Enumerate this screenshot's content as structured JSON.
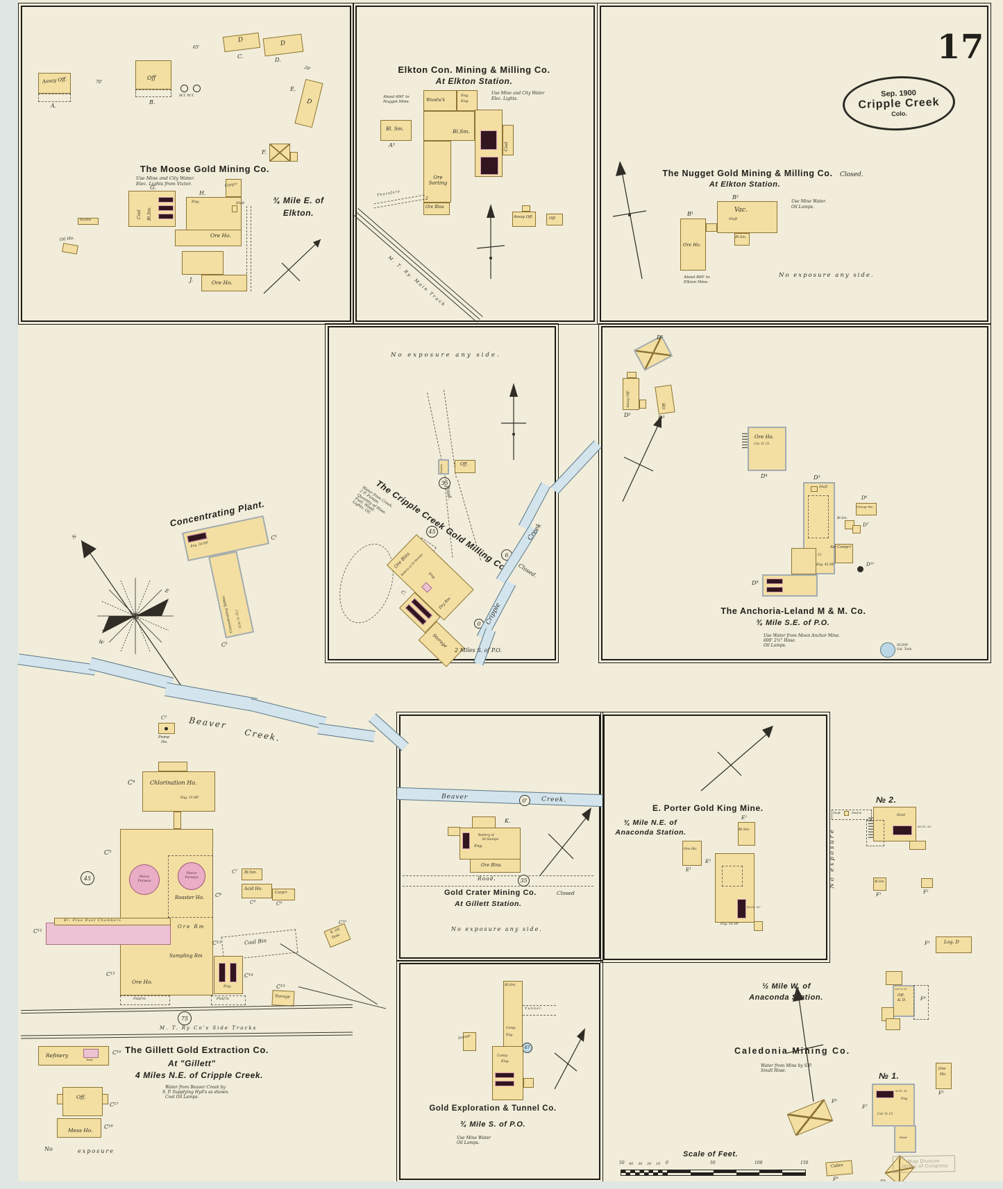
{
  "page": {
    "number": "17",
    "stamp": {
      "date": "Sep. 1900",
      "city": "Cripple Creek",
      "state": "Colo."
    },
    "library_stamp": {
      "l1": "Map Division",
      "l2": "Library of Congress"
    }
  },
  "compass": {
    "n": "N",
    "e": "E",
    "w": "W"
  },
  "moose": {
    "title": "The Moose Gold Mining Co.",
    "note1": "Use Mine and City Water.",
    "note2": "Elec. Lights from Victor.",
    "loc1": "¾ Mile E. of",
    "loc2": "Elkton.",
    "assay": "Assay Off.",
    "a": "A.",
    "off": "Off",
    "b": "B.",
    "wt": "W.T.  W.T.",
    "d65": "65'",
    "d70": "70'",
    "d28": "28'",
    "d_1": "D",
    "c": "C.",
    "d_2": "D",
    "d_2l": "D.",
    "e": "E.",
    "ed": "D",
    "f": "F.",
    "g": "G.",
    "coal": "Coal",
    "blsm": "Bl.Sm.",
    "h": "H.",
    "eng": "Eng.",
    "carp": "Carp'r",
    "shaft": "Shaft",
    "oreho": "Ore Ho.",
    "j": "J.",
    "j_ore": "Ore Ho.",
    "scales": "Scales",
    "oil": "Oil Ho."
  },
  "elkton": {
    "title": "Elkton Con. Mining & Milling Co.",
    "sub": "At Elkton Station.",
    "note1": "Use Mine and City Water",
    "note2": "Elec. Lights.",
    "about1": "About 600' to",
    "about2": "Nugget Mine.",
    "a1": "A¹",
    "a1n": "Bl. Sm.",
    "woodwk": "Woodw'k",
    "eng": "Eng.",
    "eng2": "Eng.",
    "blsm": "Bl.Sm.",
    "coal": "Coal",
    "sorting": "Ore Sorting",
    "bins": "Ore Bins",
    "two": "2",
    "assay": "Assay Off.",
    "off": "Off.",
    "thoro": "Thorofare",
    "rr": "M. T. Ry. Main Track"
  },
  "nugget": {
    "title": "The Nugget Gold Mining & Milling Co.",
    "closed": "Closed.",
    "sub": "At Elkton Station.",
    "note1": "Use Mine Water.",
    "note2": "Oil Lamps.",
    "b2": "B²",
    "vac": "Vac.",
    "shaft": "Shaft",
    "blsm": "Bl.Sm.",
    "b1": "B¹",
    "oreho": "Ore Ho.",
    "about1": "About 800' to",
    "about2": "Elkton Mine.",
    "noexp": "No exposure any side."
  },
  "milling": {
    "noexp": "No exposure any side.",
    "title": "The Cripple Creek Gold Milling Co.",
    "closed": "Closed.",
    "n1": "Water from Creek.",
    "n2": "2 F. Pumps.",
    "n3": "Quantity of Hose.",
    "n4": "Fuel: Wood.",
    "n5": "Lights: Oil.",
    "road": "Road.",
    "c35": "35",
    "c45": "45",
    "c6": "6",
    "c0": "0",
    "scales": "Scales",
    "off": "Off.",
    "b": "B.",
    "orebin": "Ore Bin",
    "bins": "Ore Bins",
    "battery": "Battery of 30 Stamps",
    "dry": "Dry Rm",
    "eng": "Eng.",
    "c": "C.",
    "storage": "Storage",
    "r1": "Cripple",
    "r2": "Creek",
    "miles": "2 Miles S. of P.O."
  },
  "anchoria": {
    "d1": "D¹",
    "d2": "D²",
    "assay": "Assay Off.",
    "d3": "D³",
    "off": "Off.",
    "d4": "D⁴",
    "oreho": "Ore Ho.",
    "corr1": "Cor. Ir. Cl.",
    "d5": "D⁵",
    "shaft": "Shaft",
    "corr2": "Cor. Ir. Cl.",
    "d6": "D⁶",
    "change": "Change Rm.",
    "d7": "D⁷",
    "blsm": "Bl.Sm.",
    "air": "Air Comp'r",
    "eng": "Eng. 45 HP",
    "d9": "D⁹",
    "d10": "D¹⁰",
    "title": "The Anchoria-Leland M & M. Co.",
    "loc": "¾ Mile S.E. of P.O.",
    "n1": "Use Water from Moon Anchor Mine.",
    "n2": "600' 2½\" Hose.",
    "n3": "Oil Lamps.",
    "tank1": "50,000",
    "tank2": "Gal. Tank"
  },
  "beaver": {
    "b1": "Beaver",
    "c1": "Creek.",
    "b2": "Beaver",
    "zero": "0'",
    "c2": "Creek.",
    "c3": "C³",
    "pump1": "Pump",
    "pump2": "Ho."
  },
  "conc": {
    "title": "Concentrating Plant.",
    "tables": "Concentrating Tables",
    "corr": "(Cor. Ir. Cl.)",
    "eng": "Eng. 30 HP",
    "c1": "C¹",
    "c2": "C²"
  },
  "gillett": {
    "c4": "C⁴",
    "chlor": "Chlorination Ho.",
    "eng15": "Eng. 15 HP",
    "c5": "C⁵",
    "pf": "Pierce Furnace",
    "roaster": "Roaster Ho.",
    "c6": "C⁶",
    "orerm": "Ore Rm",
    "sampling": "Sampling Rm",
    "oreho": "Ore Ho.",
    "c12": "C¹²",
    "c11": "C¹¹",
    "flue": "Br. Flue Dust Chambers",
    "c7": "C⁷",
    "blsm": "Bl.Sm.",
    "c8": "C⁸",
    "acid": "Acid Ho.",
    "c9": "C⁹",
    "carp": "Carp'r",
    "c13": "C¹³",
    "coalbin": "Coal Bin",
    "c14": "C¹⁴",
    "eng": "Eng.",
    "platfm": "Platf'm",
    "platfm2": "Platf'm",
    "c15": "C¹⁵",
    "storage": "Storage",
    "c10": "C¹⁰",
    "koil1": "K. Oil",
    "koil2": "Tank",
    "c45": "45",
    "c75": "75",
    "rr": "M. T. Ry Co's Side Tracks",
    "title": "The Gillett Gold Extraction Co.",
    "at": "At \"Gillett\"",
    "loc": "4 Miles N.E. of Cripple Creek.",
    "n1": "Water from Beaver Creek by",
    "n2": "S. P. Supplying Hyd's as shown.",
    "n3": "Coal Oil Lamps.",
    "c16": "C¹⁶",
    "refinery": "Refinery",
    "tank": "Tank",
    "c17": "C¹⁷",
    "off": "Off.",
    "c18": "C¹⁸",
    "mess": "Mess Ho.",
    "noexp1": "No",
    "noexp2": "exposure"
  },
  "crater": {
    "k": "K.",
    "bat1": "Battery of",
    "bat2": "30 Stamps",
    "eng": "Eng.",
    "bins": "Ore Bins",
    "road": "Road.",
    "c35": "35",
    "title": "Gold Crater Mining Co.",
    "closed": "Closed",
    "at": "At Gillett Station.",
    "noexp": "No exposure any side."
  },
  "explo": {
    "blsm": "Bl.Sm.",
    "tunnel": "Tunnel.",
    "comp": "Comp.",
    "eng": "Eng.",
    "c47": "47",
    "storage": "Storage",
    "comp2": "Comp.",
    "eng2": "Eng.",
    "title": "Gold Exploration & Tunnel Co.",
    "loc": "¾ Mile S. of P.O.",
    "n1": "Use Mine Water",
    "n2": "Oil Lamps."
  },
  "porter": {
    "title": "E. Porter Gold King Mine.",
    "loc1": "¾ Mile N.E. of",
    "loc2": "Anaconda Station.",
    "e2": "E²",
    "blsm": "Bl.Sm.",
    "e1": "E¹",
    "oreho": "Ore Ho",
    "e3": "E³",
    "eng": "Eng. 50 HP",
    "mch": "M.Ch. 30'",
    "noexp": "No exposure"
  },
  "cal": {
    "no2": "№ 2.",
    "hoist": "Hoist",
    "shaft": "Shaft",
    "platfm": "Platf'm",
    "mch": "M.Ch. 30'",
    "f1": "F¹",
    "blsm": "Bl.Sm.",
    "f2": "F²",
    "f3": "F³",
    "logd": "Log. D",
    "loc1": "½ Mile W. of",
    "loc2": "Anaconda Station.",
    "f4": "F⁴",
    "offd1": "Off.",
    "offd2": "& D.",
    "corr": "Cor. Ir. Cl.",
    "title": "Caledonia Mining Co.",
    "n1": "Water from Mine by S.P.",
    "n2": "Small Hose.",
    "no1": "№ 1.",
    "f7": "F⁷",
    "corr7": "Cor. Ir. Cl.",
    "eng7": "Eng.",
    "mch7": "M.Ch. 30'",
    "hoist7": "Hoist",
    "f5": "F⁵",
    "ore1": "Ore",
    "ore2": "Ho",
    "f6": "F⁶",
    "f8": "F⁸",
    "cabin": "Cabin",
    "f9": "F⁹"
  },
  "scalebar": {
    "title": "Scale of Feet.",
    "t50": "50",
    "t40": "40",
    "t30": "30",
    "t20": "20",
    "t10": "10",
    "t0": "0",
    "r50": "50",
    "r100": "100",
    "r150": "150"
  }
}
